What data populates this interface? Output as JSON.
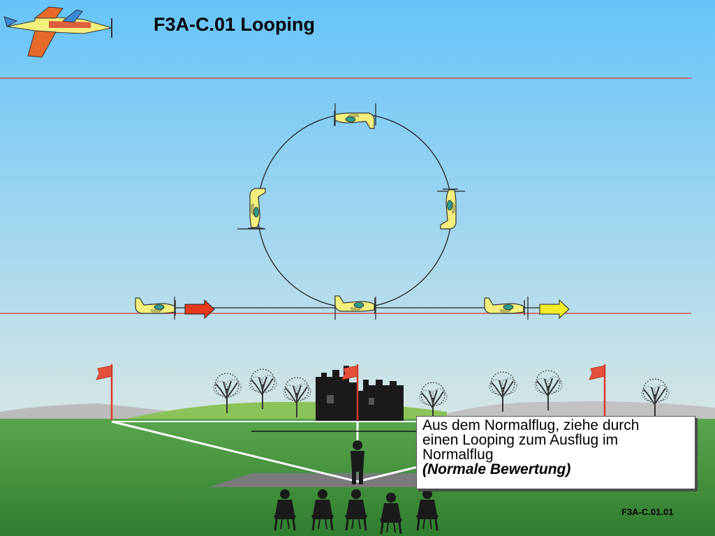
{
  "title": "F3A-C.01 Looping",
  "description": {
    "lines": [
      "Aus dem Normalflug, ziehe durch",
      "einen Looping zum Ausflug im",
      "Normalflug"
    ],
    "rating": "(Normale Bewertung)"
  },
  "figure_code": "F3A-C.01.01",
  "colors": {
    "sky_top": "#6cc6f8",
    "sky_bottom": "#cfe3e6",
    "field_green": "#3e8f38",
    "reference_line": "#e0342a",
    "plane_yellow": "#f3ef7c",
    "entry_arrow": "#e63a1c",
    "exit_arrow": "#f2ec2a",
    "silhouette": "#1a1a1a"
  },
  "icons": [
    "header-aircraft-icon",
    "aircraft-icon",
    "entry-arrow-icon",
    "exit-arrow-icon",
    "flag-icon",
    "tree-icon",
    "castle-ruin-icon",
    "pilot-icon",
    "judge-icon"
  ]
}
